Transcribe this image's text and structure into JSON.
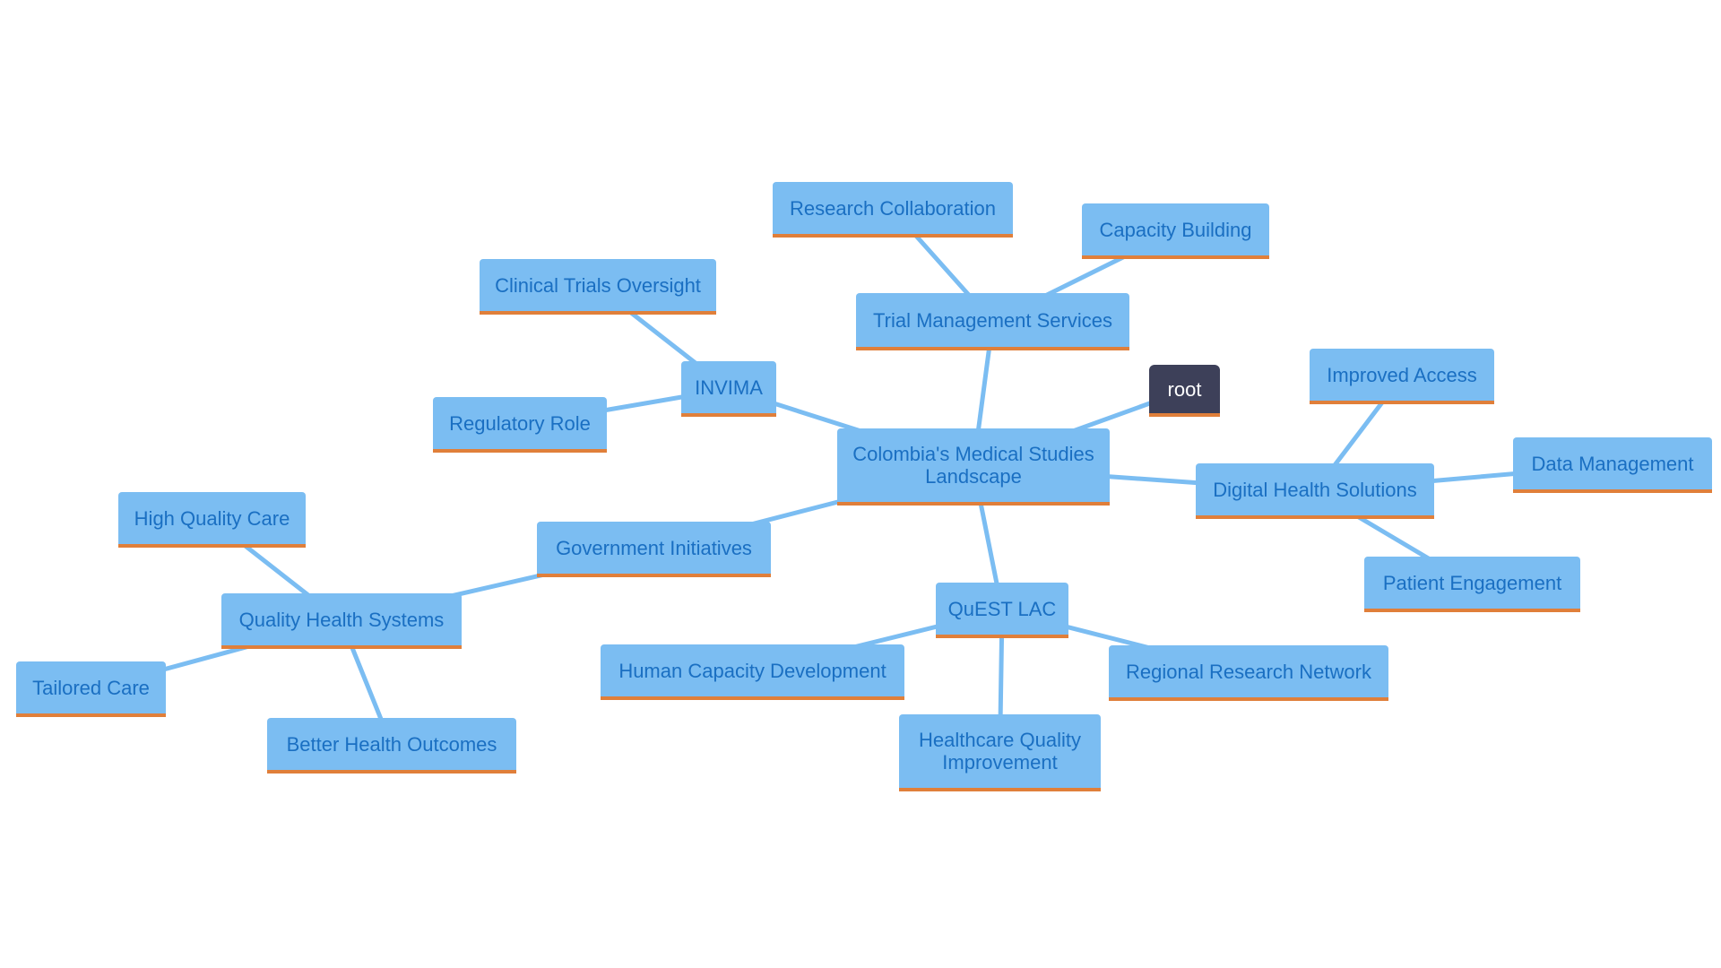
{
  "diagram": {
    "colors": {
      "node_fill": "#7bbdf2",
      "node_text": "#1a6fc2",
      "node_underline": "#e07f3a",
      "edge": "#7bbdf2",
      "root_fill": "#3d4059",
      "root_text": "#ffffff"
    },
    "nodes": [
      {
        "id": "n_center",
        "label": "Colombia's Medical Studies Landscape"
      },
      {
        "id": "n_root",
        "label": "root"
      },
      {
        "id": "n_invima",
        "label": "INVIMA"
      },
      {
        "id": "n_cto",
        "label": "Clinical Trials Oversight"
      },
      {
        "id": "n_reg",
        "label": "Regulatory Role"
      },
      {
        "id": "n_tms",
        "label": "Trial Management Services"
      },
      {
        "id": "n_rc",
        "label": "Research Collaboration"
      },
      {
        "id": "n_cb",
        "label": "Capacity Building"
      },
      {
        "id": "n_dhs",
        "label": "Digital Health Solutions"
      },
      {
        "id": "n_ia",
        "label": "Improved Access"
      },
      {
        "id": "n_dm",
        "label": "Data Management"
      },
      {
        "id": "n_pe",
        "label": "Patient Engagement"
      },
      {
        "id": "n_gi",
        "label": "Government Initiatives"
      },
      {
        "id": "n_qhs",
        "label": "Quality Health Systems"
      },
      {
        "id": "n_hqc",
        "label": "High Quality Care"
      },
      {
        "id": "n_tc",
        "label": "Tailored Care"
      },
      {
        "id": "n_bho",
        "label": "Better Health Outcomes"
      },
      {
        "id": "n_quest",
        "label": "QuEST LAC"
      },
      {
        "id": "n_hcd",
        "label": "Human Capacity Development"
      },
      {
        "id": "n_rrn",
        "label": "Regional Research Network"
      },
      {
        "id": "n_hqi",
        "label": "Healthcare Quality Improvement"
      }
    ],
    "edges": [
      {
        "from": "n_center",
        "to": "n_root"
      },
      {
        "from": "n_center",
        "to": "n_invima"
      },
      {
        "from": "n_invima",
        "to": "n_cto"
      },
      {
        "from": "n_invima",
        "to": "n_reg"
      },
      {
        "from": "n_center",
        "to": "n_tms"
      },
      {
        "from": "n_tms",
        "to": "n_rc"
      },
      {
        "from": "n_tms",
        "to": "n_cb"
      },
      {
        "from": "n_center",
        "to": "n_dhs"
      },
      {
        "from": "n_dhs",
        "to": "n_ia"
      },
      {
        "from": "n_dhs",
        "to": "n_dm"
      },
      {
        "from": "n_dhs",
        "to": "n_pe"
      },
      {
        "from": "n_center",
        "to": "n_gi"
      },
      {
        "from": "n_gi",
        "to": "n_qhs"
      },
      {
        "from": "n_qhs",
        "to": "n_hqc"
      },
      {
        "from": "n_qhs",
        "to": "n_tc"
      },
      {
        "from": "n_qhs",
        "to": "n_bho"
      },
      {
        "from": "n_center",
        "to": "n_quest"
      },
      {
        "from": "n_quest",
        "to": "n_hcd"
      },
      {
        "from": "n_quest",
        "to": "n_rrn"
      },
      {
        "from": "n_quest",
        "to": "n_hqi"
      }
    ]
  }
}
